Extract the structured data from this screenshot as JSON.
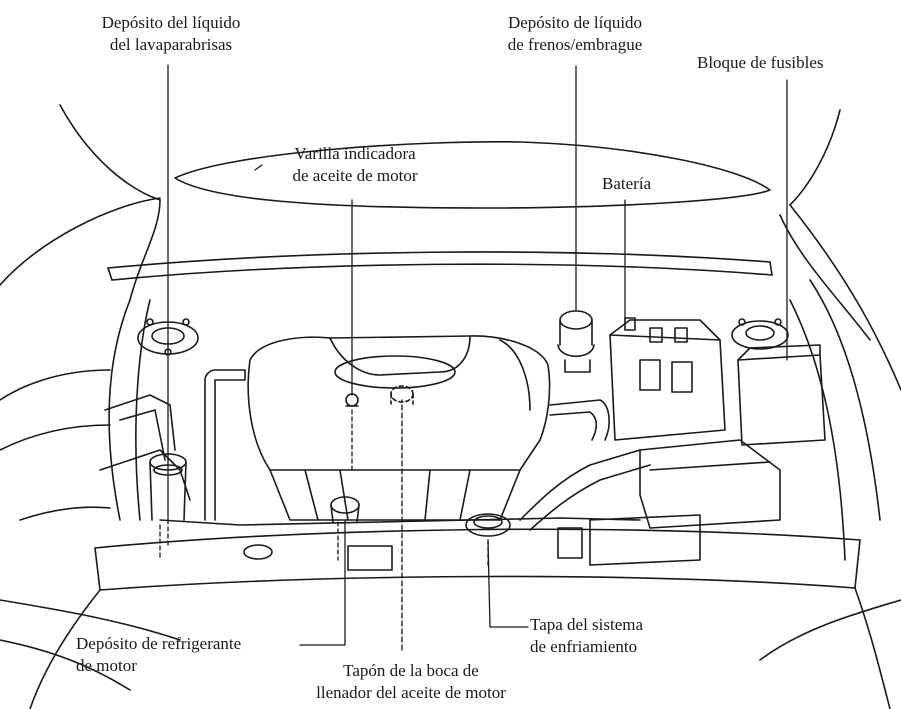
{
  "labels": {
    "washer_reservoir": [
      "Depósito del líquido",
      "del lavaparabrisas"
    ],
    "brake_reservoir": [
      "Depósito de líquido",
      "de frenos/embrague"
    ],
    "fuse_block": [
      "Bloque de fusibles"
    ],
    "dipstick": [
      "Varilla indicadora",
      "de aceite de motor"
    ],
    "battery": [
      "Batería"
    ],
    "coolant_reservoir": [
      "Depósito de refrigerante",
      "de motor"
    ],
    "oil_filler_cap": [
      "Tapón de la boca de",
      "llenador del aceite de motor"
    ],
    "radiator_cap": [
      "Tapa del sistema",
      "de enfriamiento"
    ]
  },
  "icons": [
    "washer-reservoir-icon",
    "brake-reservoir-icon",
    "fuse-block-icon",
    "dipstick-icon",
    "battery-icon",
    "coolant-reservoir-icon",
    "oil-filler-cap-icon",
    "radiator-cap-icon"
  ],
  "colors": {
    "line": "#1a1a1a",
    "background": "#ffffff"
  }
}
